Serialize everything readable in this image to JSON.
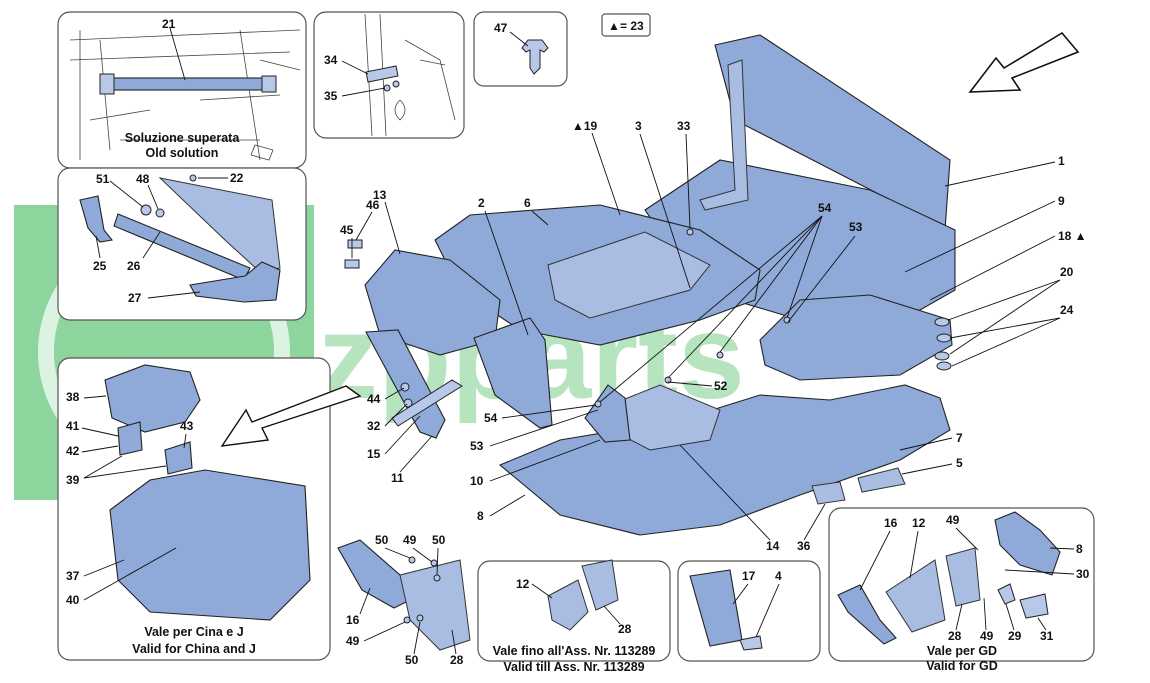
{
  "legend": {
    "symbol": "▲",
    "text": "= 23"
  },
  "watermark": {
    "text": "zpparts",
    "color": "#2fb34a"
  },
  "captions": {
    "old_solution": [
      "Soluzione superata",
      "Old solution"
    ],
    "china": [
      "Vale per Cina e J",
      "Valid for China and J"
    ],
    "till_ass": [
      "Vale fino all'Ass. Nr. 113289",
      "Valid till Ass. Nr. 113289"
    ],
    "gd": [
      "Vale per GD",
      "Valid for GD"
    ]
  },
  "callouts": {
    "c21": "21",
    "c34": "34",
    "c35": "35",
    "c47": "47",
    "c51": "51",
    "c48": "48",
    "c22": "22",
    "c25": "25",
    "c26": "26",
    "c27": "27",
    "c46": "46",
    "c13": "13",
    "c45": "45",
    "c19": "▲19",
    "c3": "3",
    "c33": "33",
    "c2": "2",
    "c6": "6",
    "c1": "1",
    "c9": "9",
    "c18": "18 ▲",
    "c20": "20",
    "c24": "24",
    "c54a": "54",
    "c53a": "53",
    "c52": "52",
    "c54b": "54",
    "c53b": "53",
    "c44": "44",
    "c32": "32",
    "c15": "15",
    "c11": "11",
    "c10": "10",
    "c8a": "8",
    "c7": "7",
    "c5": "5",
    "c14": "14",
    "c36": "36",
    "c38": "38",
    "c41": "41",
    "c42": "42",
    "c43": "43",
    "c39": "39",
    "c37": "37",
    "c40": "40",
    "cb50a": "50",
    "cb49a": "49",
    "cb50b": "50",
    "cb16": "16",
    "cb49b": "49",
    "cb50c": "50",
    "cb28": "28",
    "ct12": "12",
    "ct28": "28",
    "c17": "17",
    "c4": "4",
    "g16": "16",
    "g12": "12",
    "g49a": "49",
    "g8": "8",
    "g30": "30",
    "g28": "28",
    "g49b": "49",
    "g29": "29",
    "g31": "31"
  }
}
